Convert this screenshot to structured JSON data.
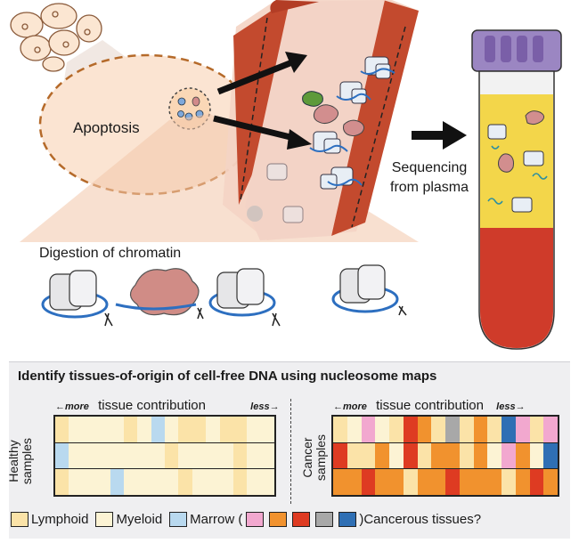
{
  "diagram": {
    "apoptosis_label": "Apoptosis",
    "sequencing_label_1": "Sequencing",
    "sequencing_label_2": "from plasma",
    "digestion_label": "Digestion of chromatin"
  },
  "panel": {
    "title": "Identify tissues-of-origin of cell-free DNA using nucleosome maps",
    "healthy": {
      "more": "←more",
      "contribution": "tissue contribution",
      "less": "less→",
      "row_label_1": "Healthy",
      "row_label_2": "samples"
    },
    "cancer": {
      "more": "←more",
      "contribution": "tissue contribution",
      "less": "less→",
      "row_label_1": "Cancer",
      "row_label_2": "samples"
    }
  },
  "legend": {
    "lymphoid": "Lymphoid",
    "myeloid": "Myeloid",
    "marrow": "Marrow (",
    "cancerous": ")Cancerous tissues?"
  },
  "colors": {
    "lymphoid": "#fbe3a8",
    "myeloid": "#fcf3d4",
    "marrow": "#b9d9ef",
    "cancer_pink": "#f2a8cf",
    "cancer_orange": "#f1922e",
    "cancer_red": "#de3b22",
    "cancer_gray": "#a8a8a8",
    "cancer_blue": "#2f6fb4"
  },
  "heatmaps": {
    "healthy": [
      [
        "Y",
        "M",
        "M",
        "M",
        "M",
        "Y",
        "M",
        "B",
        "M",
        "Y",
        "Y",
        "M",
        "Y",
        "Y",
        "M",
        "M"
      ],
      [
        "B",
        "M",
        "M",
        "M",
        "M",
        "M",
        "M",
        "M",
        "Y",
        "M",
        "M",
        "M",
        "M",
        "Y",
        "M",
        "M"
      ],
      [
        "Y",
        "M",
        "M",
        "M",
        "B",
        "M",
        "M",
        "M",
        "M",
        "Y",
        "M",
        "M",
        "M",
        "Y",
        "M",
        "M"
      ]
    ],
    "cancer": [
      [
        "Y",
        "M",
        "P",
        "M",
        "Y",
        "R",
        "O",
        "Y",
        "G",
        "Y",
        "O",
        "Y",
        "B",
        "P",
        "Y",
        "P"
      ],
      [
        "R",
        "Y",
        "Y",
        "O",
        "M",
        "R",
        "Y",
        "O",
        "O",
        "Y",
        "O",
        "M",
        "P",
        "O",
        "M",
        "B"
      ],
      [
        "O",
        "O",
        "R",
        "O",
        "O",
        "Y",
        "O",
        "O",
        "R",
        "O",
        "O",
        "O",
        "Y",
        "O",
        "R",
        "O"
      ]
    ]
  }
}
